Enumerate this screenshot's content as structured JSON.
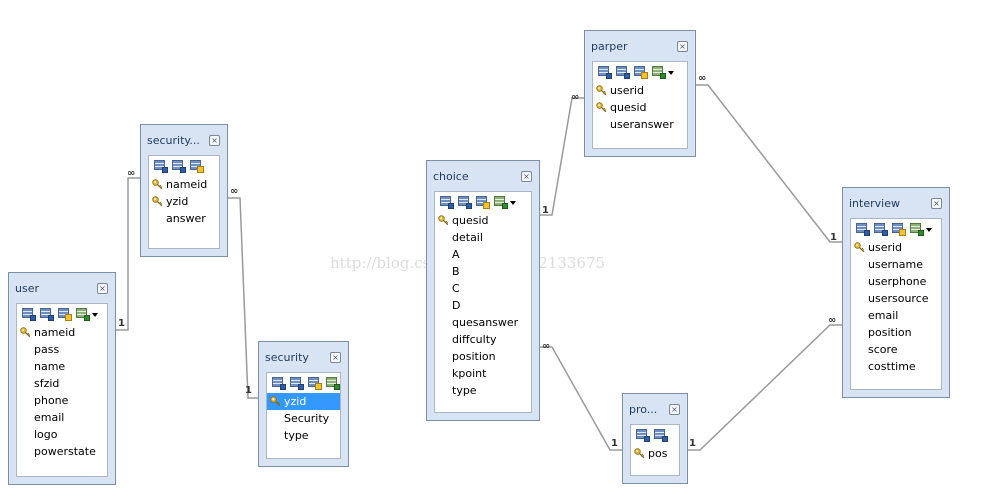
{
  "watermark": "http://blog.csdn.net/sinat_32133675",
  "tables": [
    {
      "id": "user",
      "title": "user",
      "tools": [
        "b",
        "b",
        "y",
        "g"
      ],
      "more": true,
      "fields": [
        {
          "name": "nameid",
          "pk": true
        },
        {
          "name": "pass"
        },
        {
          "name": "name"
        },
        {
          "name": "sfzid"
        },
        {
          "name": "phone"
        },
        {
          "name": "email"
        },
        {
          "name": "logo"
        },
        {
          "name": "powerstate"
        }
      ]
    },
    {
      "id": "security_link",
      "title": "security...",
      "tools": [
        "b",
        "b",
        "y"
      ],
      "more": false,
      "fields": [
        {
          "name": "nameid",
          "pk": true
        },
        {
          "name": "yzid",
          "pk": true
        },
        {
          "name": "answer"
        }
      ]
    },
    {
      "id": "security",
      "title": "security",
      "tools": [
        "b",
        "b",
        "y",
        "g"
      ],
      "more": false,
      "fields": [
        {
          "name": "yzid",
          "pk": true,
          "selected": true
        },
        {
          "name": "Security"
        },
        {
          "name": "type"
        }
      ]
    },
    {
      "id": "choice",
      "title": "choice",
      "tools": [
        "b",
        "b",
        "y",
        "g"
      ],
      "more": true,
      "fields": [
        {
          "name": "quesid",
          "pk": true
        },
        {
          "name": "detail"
        },
        {
          "name": "A"
        },
        {
          "name": "B"
        },
        {
          "name": "C"
        },
        {
          "name": "D"
        },
        {
          "name": "quesanswer"
        },
        {
          "name": "diffculty"
        },
        {
          "name": "position"
        },
        {
          "name": "kpoint"
        },
        {
          "name": "type"
        }
      ]
    },
    {
      "id": "parper",
      "title": "parper",
      "tools": [
        "b",
        "b",
        "y",
        "g"
      ],
      "more": true,
      "fields": [
        {
          "name": "userid",
          "pk": true
        },
        {
          "name": "quesid",
          "pk": true
        },
        {
          "name": "useranswer"
        }
      ]
    },
    {
      "id": "pos",
      "title": "pro...",
      "tools": [
        "b",
        "b"
      ],
      "more": false,
      "fields": [
        {
          "name": "pos",
          "pk": true
        }
      ]
    },
    {
      "id": "interview",
      "title": "interview",
      "tools": [
        "b",
        "b",
        "y",
        "g"
      ],
      "more": true,
      "fields": [
        {
          "name": "userid",
          "pk": true
        },
        {
          "name": "username"
        },
        {
          "name": "userphone"
        },
        {
          "name": "usersource"
        },
        {
          "name": "email"
        },
        {
          "name": "position"
        },
        {
          "name": "score"
        },
        {
          "name": "costtime"
        }
      ]
    }
  ],
  "relationships": [
    {
      "from": "user",
      "from_card": "1",
      "to": "security_link",
      "to_card": "∞"
    },
    {
      "from": "security",
      "from_card": "1",
      "to": "security_link",
      "to_card": "∞"
    },
    {
      "from": "choice",
      "from_card": "1",
      "to": "parper",
      "to_card": "∞"
    },
    {
      "from": "interview",
      "from_card": "1",
      "to": "parper",
      "to_card": "∞"
    },
    {
      "from": "pos",
      "from_card": "1",
      "to": "choice",
      "to_card": "∞"
    },
    {
      "from": "pos",
      "from_card": "1",
      "to": "interview",
      "to_card": "∞"
    }
  ],
  "colors": {
    "header": "#d8e4f3",
    "border": "#7b8fa8",
    "selection": "#3399ff",
    "line": "#9a9a9a",
    "key": "#e8b830"
  }
}
